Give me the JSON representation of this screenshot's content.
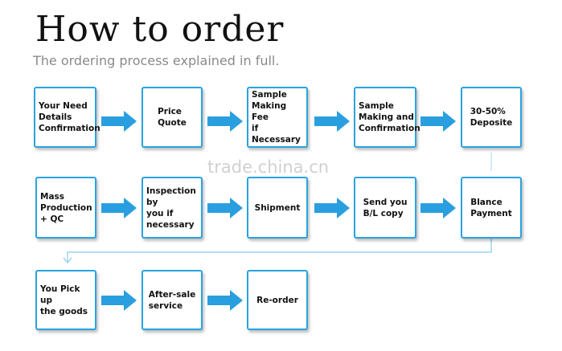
{
  "header": {
    "title": "How to order",
    "subtitle": "The ordering process explained in full."
  },
  "steps": [
    {
      "label": "Your Need\nDetails\nConfirmation"
    },
    {
      "label": "Price\nQuote"
    },
    {
      "label": "Sample\nMaking Fee\nif Necessary"
    },
    {
      "label": "Sample\nMaking and\nConfirmation"
    },
    {
      "label": "30-50%\nDeposite"
    },
    {
      "label": "Mass\nProduction\n+ QC"
    },
    {
      "label": "Inspection by\nyou if\nnecessary"
    },
    {
      "label": "Shipment"
    },
    {
      "label": "Send you\nB/L copy"
    },
    {
      "label": "Blance\nPayment"
    },
    {
      "label": "You Pick up\nthe goods"
    },
    {
      "label": "After-sale\nservice"
    },
    {
      "label": "Re-order"
    }
  ],
  "watermark": "trade.china.cn",
  "colors": {
    "accent": "#29a3e0",
    "arrow": "#2a9fe0",
    "connector": "#9fd3ef"
  }
}
